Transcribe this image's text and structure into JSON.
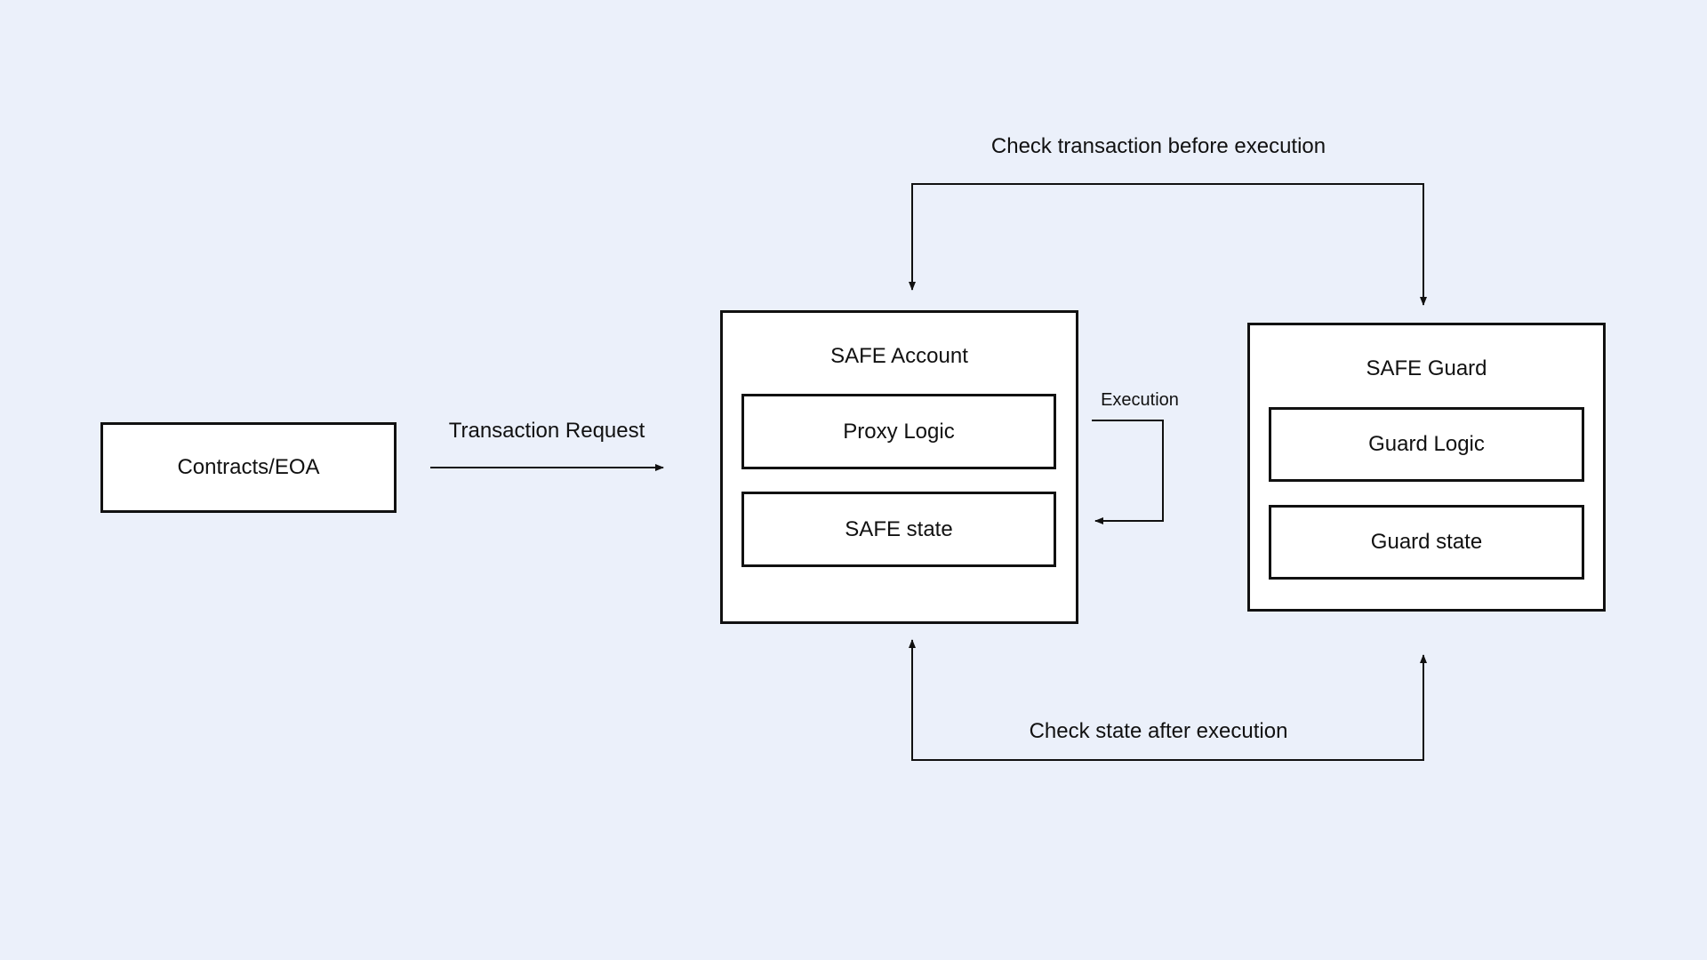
{
  "nodes": {
    "contracts_eoa": "Contracts/EOA",
    "safe_account": {
      "title": "SAFE Account",
      "proxy_logic": "Proxy Logic",
      "safe_state": "SAFE state"
    },
    "safe_guard": {
      "title": "SAFE Guard",
      "guard_logic": "Guard Logic",
      "guard_state": "Guard state"
    }
  },
  "edges": {
    "transaction_request": "Transaction Request",
    "execution": "Execution",
    "check_before": "Check transaction before execution",
    "check_after": "Check state after execution"
  }
}
